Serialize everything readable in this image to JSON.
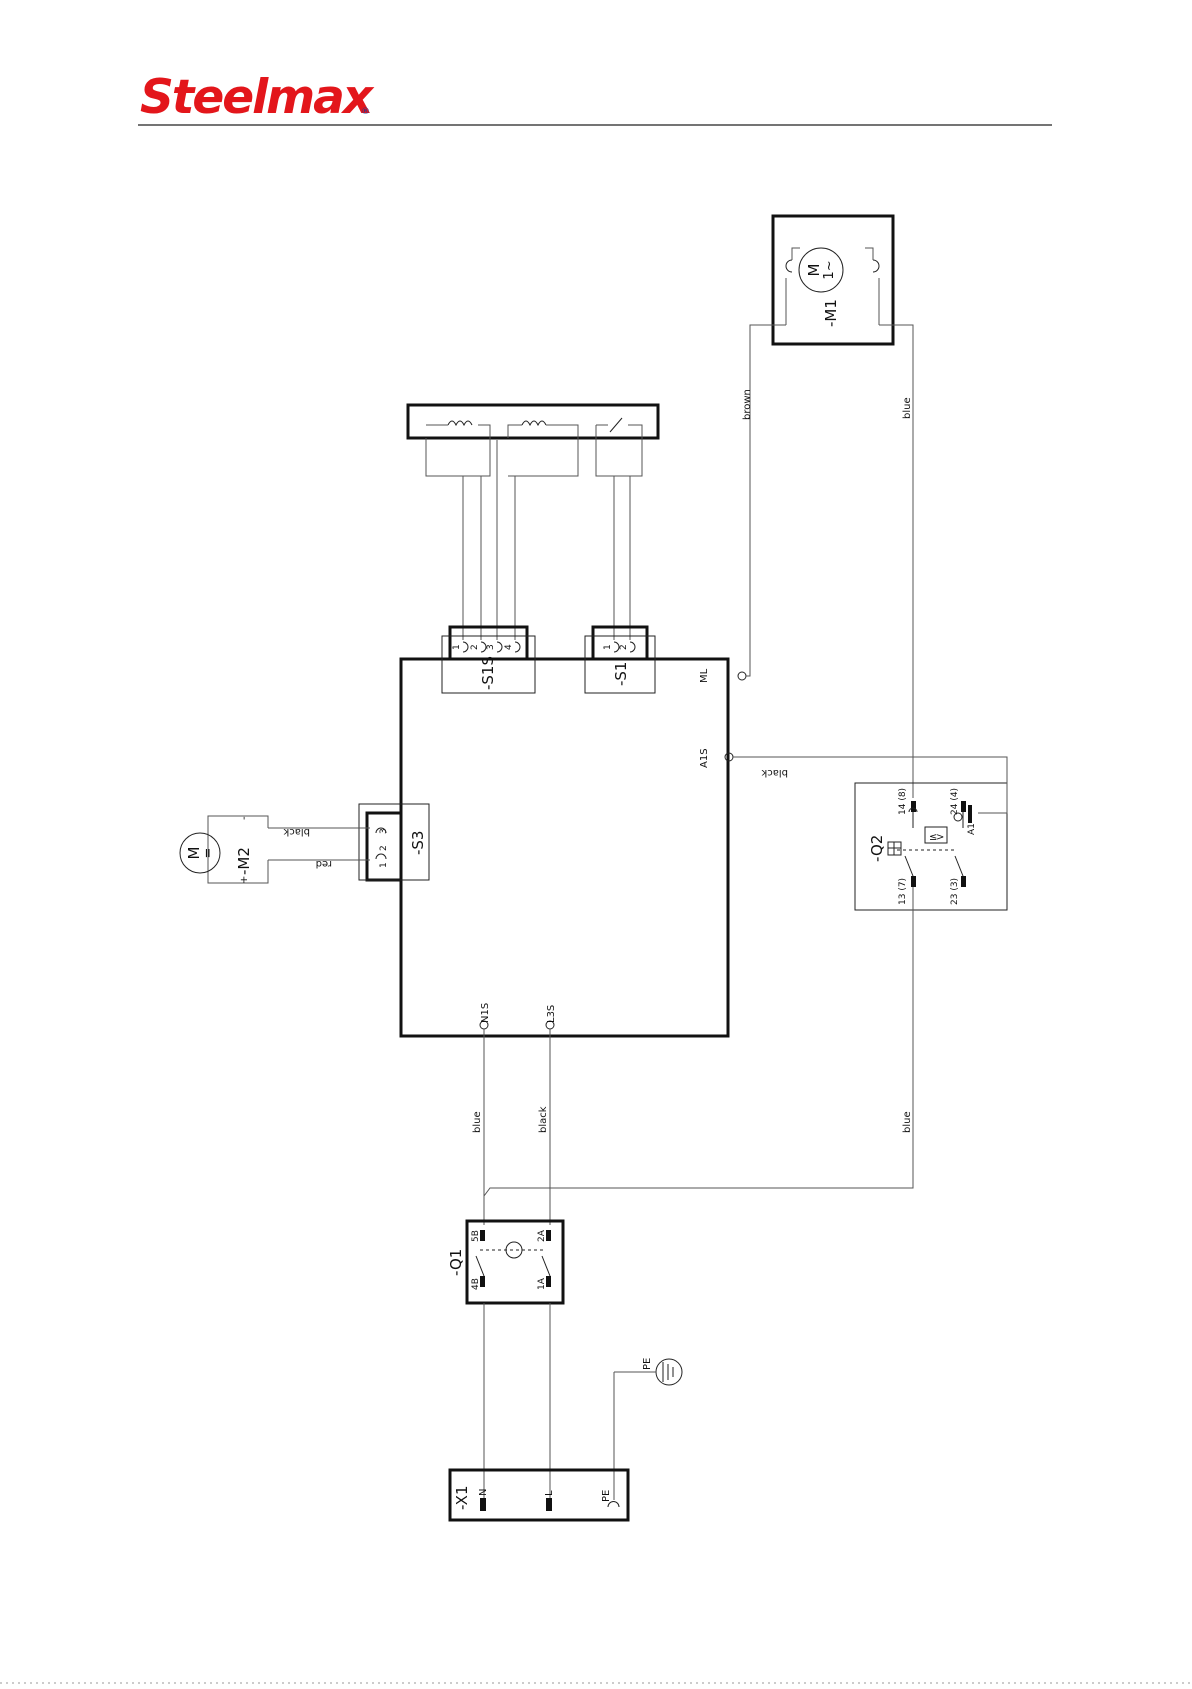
{
  "header": {
    "logo_text": "Steelmax",
    "logo_mark": "®",
    "logo_color": "#e3161b",
    "logo_mark_color": "#1a3c9b"
  },
  "components": {
    "motor_m1": {
      "tag": "-M1",
      "symbol": "M",
      "phase": "1~"
    },
    "motor_m2": {
      "tag": "-M2",
      "symbol": "M",
      "dc": "=",
      "plus": "+",
      "minus": "-"
    },
    "s3": {
      "tag": "-S3",
      "pins": [
        "1",
        "2",
        "3"
      ]
    },
    "s1s": {
      "tag": "-S1S",
      "pins": [
        "1",
        "2",
        "3",
        "4"
      ]
    },
    "s1": {
      "tag": "-S1",
      "pins": [
        "1",
        "2"
      ]
    },
    "q2": {
      "tag": "-Q2",
      "pins": [
        "14 (8)",
        "24 (4)",
        "13 (7)",
        "23 (3)",
        "A1"
      ]
    },
    "q1": {
      "tag": "-Q1",
      "pins": [
        "5B",
        "2A",
        "4B",
        "1A"
      ]
    },
    "x1": {
      "tag": "-X1",
      "pins": [
        "N",
        "L",
        "PE"
      ]
    },
    "earth": {
      "label": "PE"
    }
  },
  "controller": {
    "terminals": [
      "ML",
      "A1S",
      "N1S",
      "L3S"
    ]
  },
  "wires": {
    "brown": "brown",
    "blue_m1": "blue",
    "black_a1s": "black",
    "black_m2": "black",
    "red_m2": "red",
    "blue_n": "blue",
    "black_l": "black",
    "blue_return": "blue"
  }
}
